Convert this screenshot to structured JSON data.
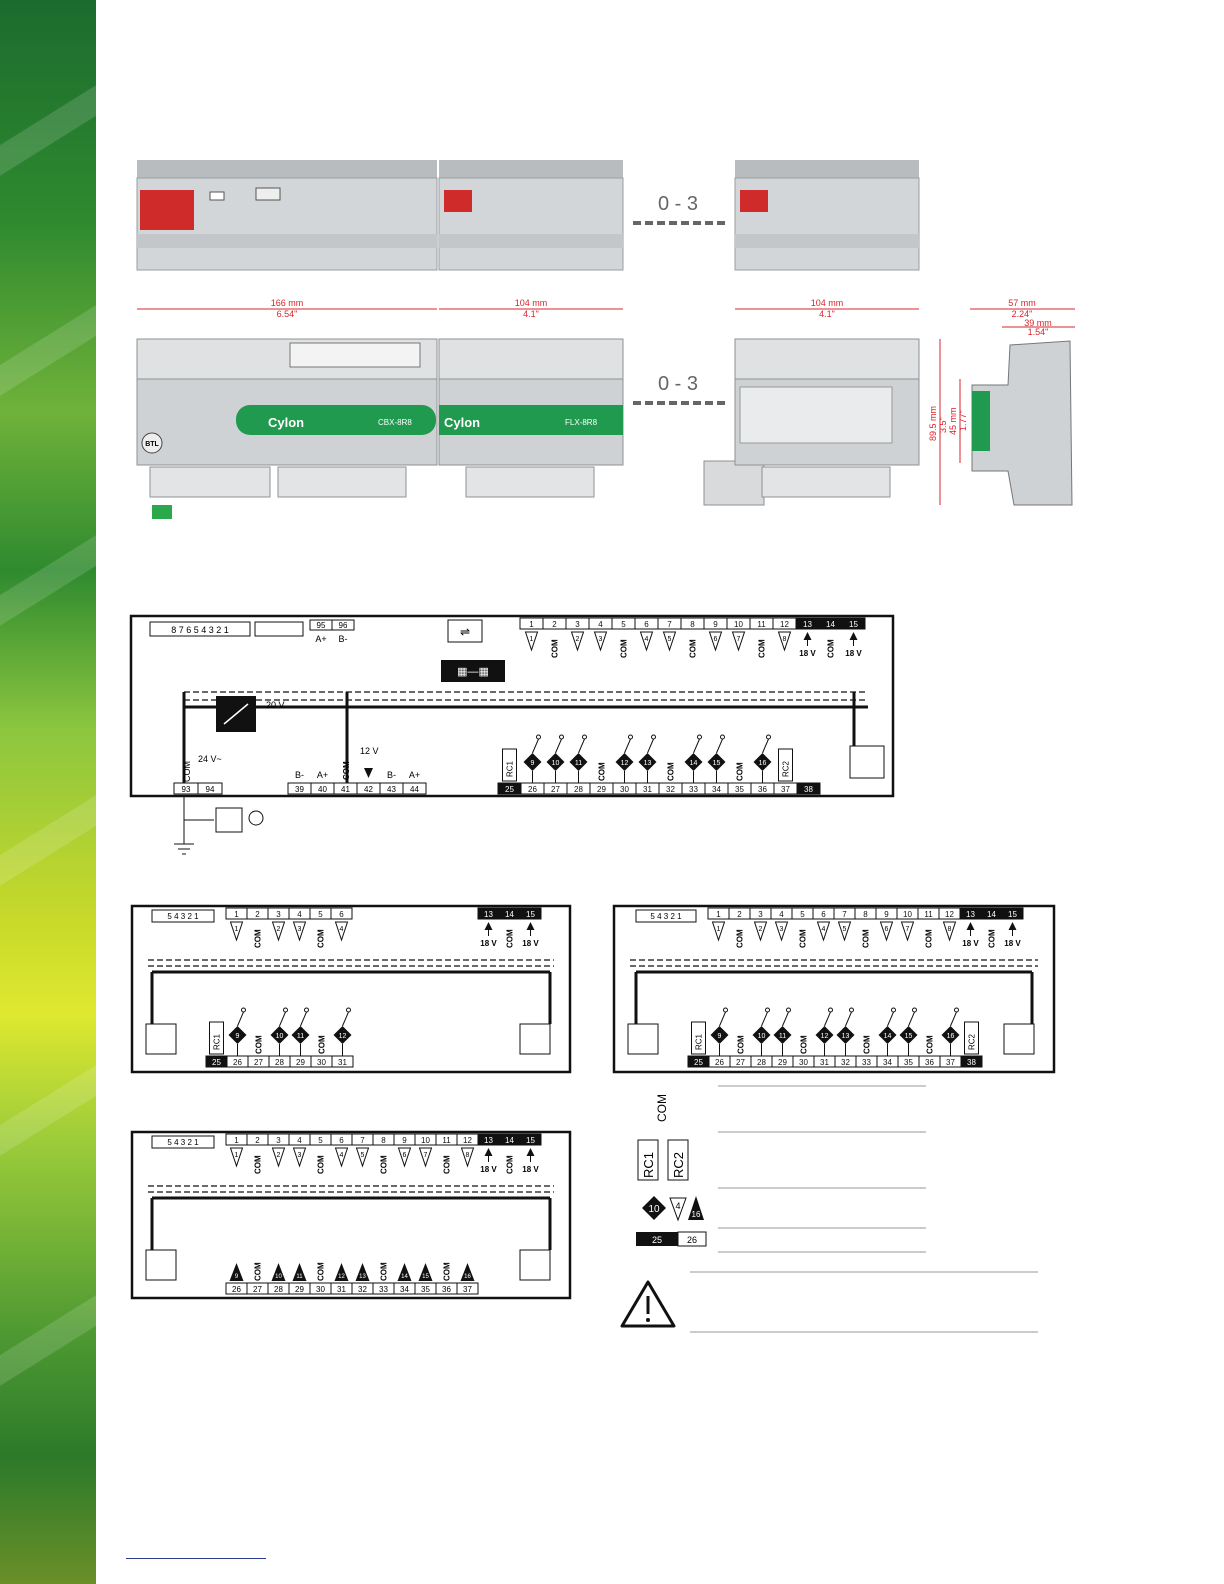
{
  "colors": {
    "brand_green": "#1f9a4e",
    "leaf_green": "#8cc63f",
    "dimension_red": "#d8242c",
    "module_grey": "#cfd2d4",
    "dip_red": "#d02b2b"
  },
  "expansion_label_top": "0 - 3",
  "expansion_label_mid": "0 - 3",
  "dimensions": {
    "cbx_width_mm": "166 mm",
    "cbx_width_in": "6.54\"",
    "flx_width_mm": "104 mm",
    "flx_width_in": "4.1\"",
    "flx2_width_mm": "104 mm",
    "flx2_width_in": "4.1\"",
    "side_depth_mm": "57 mm",
    "side_depth_in": "2.24\"",
    "side_depth2_mm": "39 mm",
    "side_depth2_in": "1.54\"",
    "height_mm": "89.5 mm",
    "height_in": "3.5\"",
    "height2_mm": "45 mm",
    "height2_in": "1.77\""
  },
  "modules": {
    "cbx_brand": "Cylon",
    "cbx_model": "CBX-8R8",
    "flx_brand": "Cylon",
    "flx_model": "FLX-8R8",
    "btl_logo": "BTL"
  },
  "main_diagram": {
    "dip_numbers": "8 7 6 5 4 3 2 1",
    "bus_terms": [
      "95",
      "96"
    ],
    "bus_labels": [
      "A+",
      "B-"
    ],
    "top_terms": [
      "1",
      "2",
      "3",
      "4",
      "5",
      "6",
      "7",
      "8",
      "9",
      "10",
      "11",
      "12",
      "13",
      "14",
      "15"
    ],
    "top_labels": [
      "1",
      "COM",
      "2",
      "3",
      "COM",
      "4",
      "5",
      "COM",
      "6",
      "7",
      "COM",
      "8",
      "18 V",
      "COM",
      "18 V"
    ],
    "psu_voltage": "20 V",
    "power_labels": [
      "COM",
      "24 V~"
    ],
    "aux_voltage": "12 V",
    "bus_bottom_labels": [
      "B-",
      "A+",
      "COM",
      "",
      "B-",
      "A+"
    ],
    "left_bottom_terms": [
      "93",
      "94"
    ],
    "mid_bottom_terms": [
      "39",
      "40",
      "41",
      "42",
      "43",
      "44"
    ],
    "relay_labels": [
      "RC1",
      "9",
      "10",
      "11",
      "COM",
      "12",
      "13",
      "COM",
      "14",
      "15",
      "COM",
      "16",
      "RC2"
    ],
    "relay_terms": [
      "25",
      "26",
      "27",
      "28",
      "29",
      "30",
      "31",
      "32",
      "33",
      "34",
      "35",
      "36",
      "37",
      "38"
    ],
    "relay_com_labels": [
      "COM",
      "COM",
      "COM",
      "COM"
    ]
  },
  "diagram_b": {
    "dip_numbers": "5 4 3 2 1",
    "top_terms": [
      "1",
      "2",
      "3",
      "4",
      "5",
      "6",
      "13",
      "14",
      "15"
    ],
    "top_labels": [
      "1",
      "COM",
      "2",
      "3",
      "COM",
      "4",
      "18 V",
      "COM",
      "18 V"
    ],
    "relay_labels": [
      "RC1",
      "9",
      "COM",
      "10",
      "11",
      "COM",
      "12"
    ],
    "bottom_terms": [
      "25",
      "26",
      "27",
      "28",
      "29",
      "30",
      "31"
    ]
  },
  "diagram_c": {
    "dip_numbers": "5 4 3 2 1",
    "top_terms": [
      "1",
      "2",
      "3",
      "4",
      "5",
      "6",
      "7",
      "8",
      "9",
      "10",
      "11",
      "12",
      "13",
      "14",
      "15"
    ],
    "top_labels": [
      "1",
      "COM",
      "2",
      "3",
      "COM",
      "4",
      "5",
      "COM",
      "6",
      "7",
      "COM",
      "8",
      "18 V",
      "COM",
      "18 V"
    ],
    "relay_labels": [
      "RC1",
      "9",
      "COM",
      "10",
      "11",
      "COM",
      "12",
      "13",
      "COM",
      "14",
      "15",
      "COM",
      "16",
      "RC2"
    ],
    "bottom_terms": [
      "25",
      "26",
      "27",
      "28",
      "29",
      "30",
      "31",
      "32",
      "33",
      "34",
      "35",
      "36",
      "37",
      "38"
    ]
  },
  "diagram_d": {
    "dip_numbers": "5 4 3 2 1",
    "top_terms": [
      "1",
      "2",
      "3",
      "4",
      "5",
      "6",
      "7",
      "8",
      "9",
      "10",
      "11",
      "12",
      "13",
      "14",
      "15"
    ],
    "top_labels": [
      "1",
      "COM",
      "2",
      "3",
      "COM",
      "4",
      "5",
      "COM",
      "6",
      "7",
      "COM",
      "8",
      "18 V",
      "COM",
      "18 V"
    ],
    "bottom_labels": [
      "9",
      "COM",
      "10",
      "11",
      "COM",
      "12",
      "13",
      "COM",
      "14",
      "15",
      "COM",
      "16"
    ],
    "bottom_terms": [
      "26",
      "27",
      "28",
      "29",
      "30",
      "31",
      "32",
      "33",
      "34",
      "35",
      "36",
      "37"
    ]
  },
  "legend": {
    "com": "COM",
    "rc1": "RC1",
    "rc2": "RC2",
    "in_10": "10",
    "in_4": "4",
    "in_16": "16",
    "term_a": "25",
    "term_b": "26",
    "warning_icon": "warning-triangle-icon"
  }
}
